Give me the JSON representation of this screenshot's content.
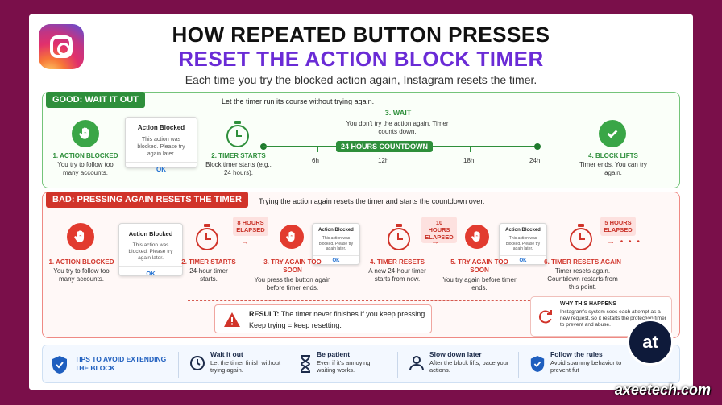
{
  "title_line1": "HOW REPEATED BUTTON PRESSES",
  "title_line2": "RESET THE ACTION BLOCK TIMER",
  "subtitle": "Each time you try the blocked action again, Instagram resets the timer.",
  "dialog": {
    "title": "Action Blocked",
    "message": "This action was blocked. Please try again later.",
    "ok": "OK"
  },
  "good": {
    "tag": "GOOD: WAIT IT OUT",
    "note": "Let the timer run its course without trying again.",
    "step1": {
      "label": "1. ACTION BLOCKED",
      "desc": "You try to follow too many accounts."
    },
    "step2": {
      "label": "2. TIMER STARTS",
      "desc": "Block timer starts (e.g., 24 hours)."
    },
    "step3": {
      "label": "3. WAIT",
      "desc": "You don't try the action again. Timer counts down."
    },
    "countdown": "24 HOURS COUNTDOWN",
    "ticks": [
      "6h",
      "12h",
      "18h",
      "24h"
    ],
    "step4": {
      "label": "4. BLOCK LIFTS",
      "desc": "Timer ends. You can try again."
    }
  },
  "bad": {
    "tag": "BAD: PRESSING AGAIN RESETS THE TIMER",
    "note": "Trying the action again resets the timer and starts the countdown over.",
    "step1": {
      "label": "1. ACTION BLOCKED",
      "desc": "You try to follow too many accounts."
    },
    "step2": {
      "label": "2. TIMER STARTS",
      "desc": "24-hour timer starts."
    },
    "step3": {
      "label": "3. TRY AGAIN TOO SOON",
      "desc": "You press the button again before timer ends."
    },
    "step4": {
      "label": "4. TIMER RESETS",
      "desc": "A new 24-hour timer starts from now."
    },
    "step5": {
      "label": "5. TRY AGAIN TOO SOON",
      "desc": "You try again before timer ends."
    },
    "step6": {
      "label": "6. TIMER RESETS AGAIN",
      "desc": "Timer resets again. Countdown restarts from this point."
    },
    "elapsed1": "8 HOURS ELAPSED",
    "elapsed2": "10 HOURS ELAPSED",
    "elapsed3": "5 HOURS ELAPSED",
    "result_bold": "RESULT:",
    "result_text": "The timer never finishes if you keep pressing.",
    "result_text2": "Keep trying = keep resetting.",
    "why_title": "WHY THIS HAPPENS",
    "why_text": "Instagram's system sees each attempt as a new request, so it restarts the protection timer to prevent and abuse."
  },
  "tips": {
    "heading": "TIPS TO AVOID EXTENDING THE BLOCK",
    "items": [
      {
        "title": "Wait it out",
        "text": "Let the timer finish without trying again."
      },
      {
        "title": "Be patient",
        "text": "Even if it's annoying, waiting works."
      },
      {
        "title": "Slow down later",
        "text": "After the block lifts, pace your actions."
      },
      {
        "title": "Follow the rules",
        "text": "Avoid spammy behavior to prevent fut"
      }
    ]
  },
  "brand": "axeetech.com",
  "colors": {
    "good": "#3aa647",
    "bad": "#e23b2f",
    "accent": "#6a2bd6",
    "frame": "#7a0f4a"
  }
}
